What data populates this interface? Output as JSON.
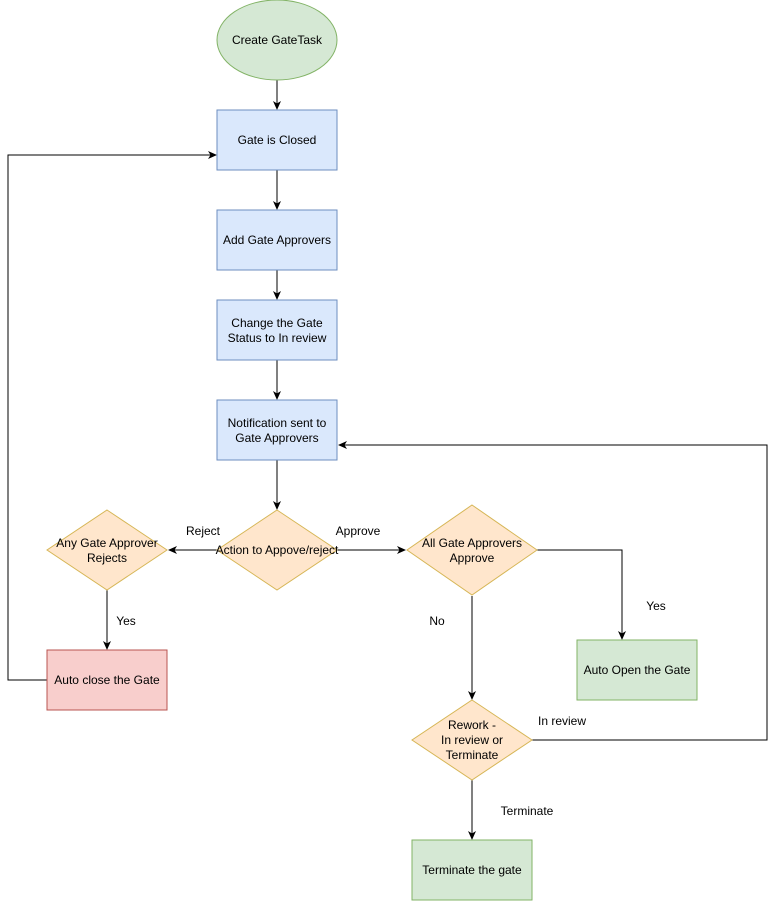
{
  "colors": {
    "green_fill": "#d5e8d4",
    "green_stroke": "#82b366",
    "blue_fill": "#dae8fc",
    "blue_stroke": "#6c8ebf",
    "orange_fill": "#ffe6cc",
    "orange_stroke": "#d6b656",
    "red_fill": "#f8cecc",
    "red_stroke": "#b85450",
    "line": "#000000"
  },
  "nodes": {
    "create_gate_task": "Create GateTask",
    "gate_is_closed": "Gate is Closed",
    "add_gate_approvers": "Add Gate Approvers",
    "change_status_line1": "Change the Gate",
    "change_status_line2": "Status to In review",
    "notification_line1": "Notification sent to",
    "notification_line2": "Gate Approvers",
    "action_decision": "Action to Appove/reject",
    "any_rejects_line1": "Any Gate Approver",
    "any_rejects_line2": "Rejects",
    "all_approve_line1": "All Gate Approvers",
    "all_approve_line2": "Approve",
    "auto_close": "Auto close the Gate",
    "auto_open": "Auto Open the Gate",
    "rework_line1": "Rework  -",
    "rework_line2": "In review or",
    "rework_line3": "Terminate",
    "terminate": "Terminate the gate"
  },
  "edge_labels": {
    "reject": "Reject",
    "approve": "Approve",
    "yes_reject": "Yes",
    "yes_approve": "Yes",
    "no": "No",
    "in_review": "In review",
    "terminate": "Terminate"
  }
}
